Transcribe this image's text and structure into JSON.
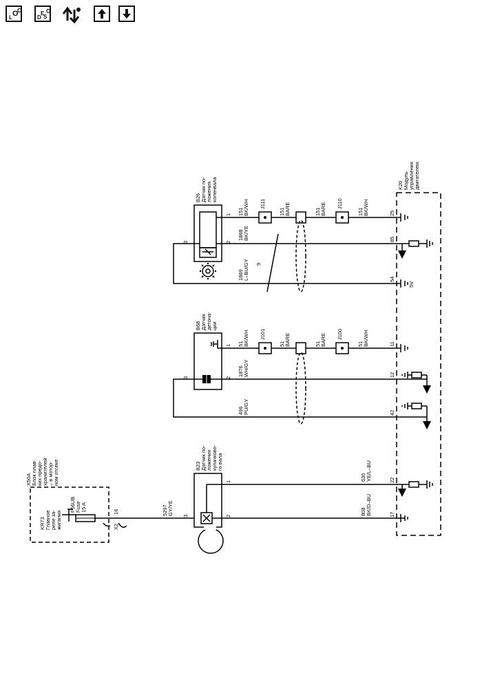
{
  "toolbar": {
    "loc": {
      "l": "L",
      "o": "O",
      "c": "C"
    },
    "desc": {
      "d": "D",
      "e": "E",
      "s": "S",
      "c": "C"
    },
    "icons": [
      "location-icon",
      "description-icon",
      "wiring-tool-icon",
      "arrow-up-icon",
      "arrow-down-icon"
    ]
  },
  "components": {
    "x50a": {
      "lines": [
        "X50A",
        "Блок плав-",
        "ких предо-",
        "хранителей",
        "– в мотор-",
        "ном отсеке"
      ]
    },
    "kr73": {
      "lines": [
        "KR73",
        "Главное",
        "реле за-",
        "жигания"
      ]
    },
    "fuse": {
      "lines": [
        "F56UB",
        "Fuse",
        "15 A"
      ]
    },
    "b23": {
      "lines": [
        "B23",
        "Датчик по-",
        "ложения",
        "кулачково-",
        "го вала"
      ]
    },
    "b68": {
      "lines": [
        "B68",
        "Датчик",
        "детона-",
        "ции"
      ]
    },
    "b26": {
      "lines": [
        "B26",
        "Датчик по-",
        "ложения",
        "коленвала"
      ]
    },
    "k20": {
      "lines": [
        "K20",
        "Модуль",
        "управления",
        "двигателем."
      ]
    }
  },
  "pins": {
    "x2": "X2",
    "x2_16": "16",
    "b23_3": "3",
    "b23_2": "2",
    "b23_1": "1",
    "b68_3": "3",
    "b68_2": "2",
    "b68_1": "1",
    "b26_3": "3",
    "b26_2": "2",
    "b26_1": "1",
    "k20": [
      "17",
      "22",
      "42",
      "12",
      "11",
      "54",
      "85",
      "25"
    ],
    "k20_5v": "5V"
  },
  "wires": {
    "w5297": [
      "5297",
      "GY/YE"
    ],
    "w808": [
      "808",
      "BK/D–BU"
    ],
    "w630": [
      "630",
      "YE/L–BU"
    ],
    "w496": [
      "496",
      "PU/GY"
    ],
    "w1876": [
      "1876",
      "WH/GY"
    ],
    "w51a": [
      "51",
      "BK/WH"
    ],
    "w51b": [
      "51",
      "BARE"
    ],
    "w51c": [
      "51",
      "BARE"
    ],
    "w51d": [
      "51",
      "BK/WH"
    ],
    "w1869": [
      "1869",
      "L–BU/GY"
    ],
    "w1868": [
      "1868",
      "BK/YE"
    ],
    "w151a": [
      "151",
      "BK/WH"
    ],
    "w151b": [
      "151",
      "BARE"
    ],
    "w151c": [
      "151",
      "BARE"
    ],
    "w151d": [
      "151",
      "BK/WH"
    ],
    "twist": "9"
  },
  "splices": {
    "j101": "J101",
    "j100": "J100",
    "j111": "J111",
    "j110": "J110"
  }
}
